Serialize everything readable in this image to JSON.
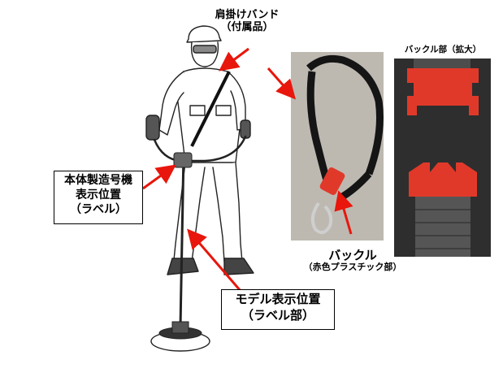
{
  "labels": {
    "shoulder_band": [
      "肩掛けバンド",
      "（付属品）"
    ],
    "buckle_zoom_title": "バックル部（拡大）",
    "serial_position": [
      "本体製造号機",
      "表示位置",
      "（ラベル）"
    ],
    "buckle": [
      "バックル",
      "（赤色プラスチック部）"
    ],
    "model_position": [
      "モデル表示位置",
      "（ラベル部）"
    ]
  },
  "colors": {
    "arrow": "#e8160c",
    "buckle_red": "#e0392a",
    "strap": "#1a1a1a",
    "photo_bg": "#b9b6ae",
    "zoom_bg": "#3a3a3a"
  }
}
